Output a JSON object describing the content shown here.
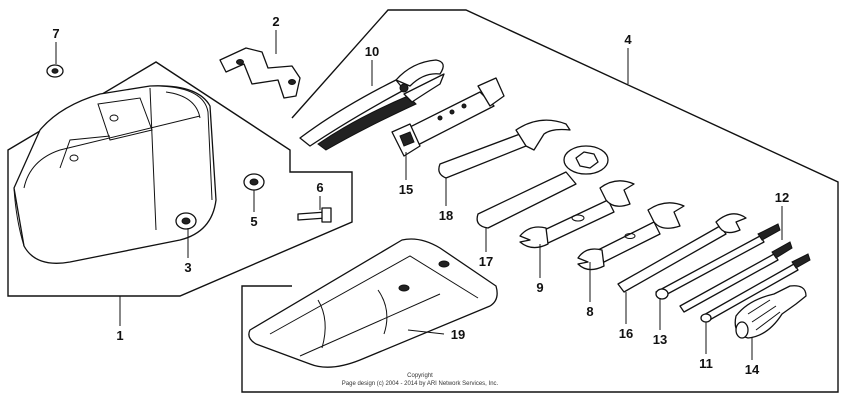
{
  "diagram": {
    "callouts": [
      {
        "id": "c1",
        "text": "1"
      },
      {
        "id": "c2",
        "text": "2"
      },
      {
        "id": "c3",
        "text": "3"
      },
      {
        "id": "c4",
        "text": "4"
      },
      {
        "id": "c5",
        "text": "5"
      },
      {
        "id": "c6",
        "text": "6"
      },
      {
        "id": "c7",
        "text": "7"
      },
      {
        "id": "c8",
        "text": "8"
      },
      {
        "id": "c9",
        "text": "9"
      },
      {
        "id": "c10",
        "text": "10"
      },
      {
        "id": "c11",
        "text": "11"
      },
      {
        "id": "c12",
        "text": "12"
      },
      {
        "id": "c13",
        "text": "13"
      },
      {
        "id": "c14",
        "text": "14"
      },
      {
        "id": "c15",
        "text": "15"
      },
      {
        "id": "c16",
        "text": "16"
      },
      {
        "id": "c17",
        "text": "17"
      },
      {
        "id": "c18",
        "text": "18"
      },
      {
        "id": "c19",
        "text": "19"
      }
    ],
    "copyright_line1": "Copyright",
    "copyright_line2": "Page design (c) 2004 - 2014 by ARI Network Services, Inc."
  }
}
